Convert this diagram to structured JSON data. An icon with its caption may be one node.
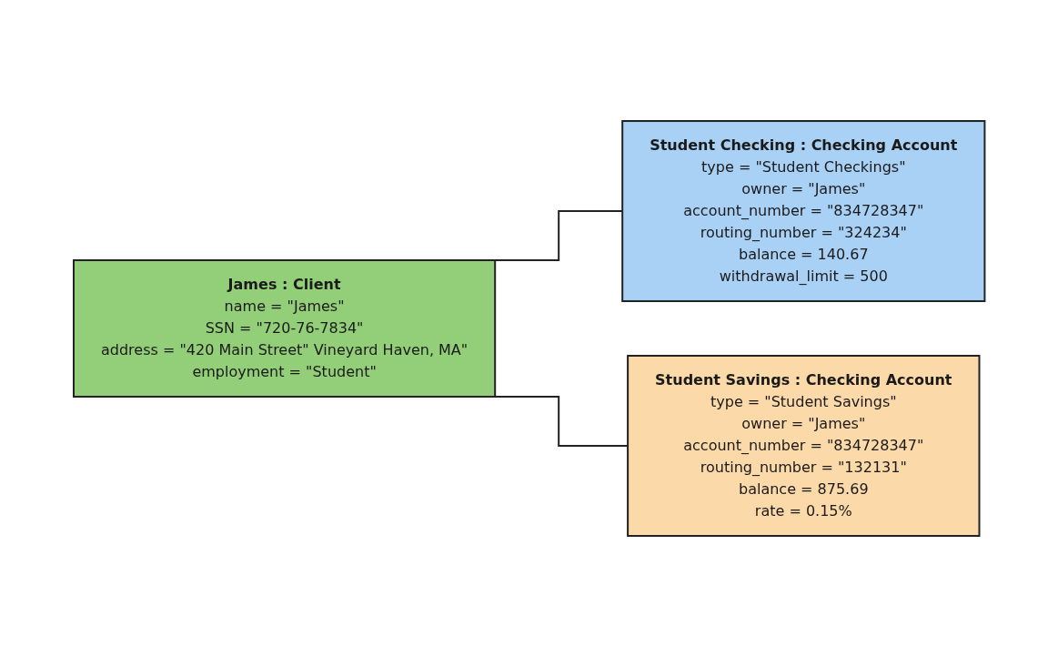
{
  "diagram": {
    "nodes": [
      {
        "text": [
          "James : Client",
          "name = \"James\"",
          "SSN = \"720-76-7834\"",
          "address = \"420 Main Street\" Vineyard Haven, MA\"",
          "employment = \"Student\""
        ]
      },
      {
        "text": [
          "Student Checking : Checking Account",
          "type = \"Student Checkings\"",
          "owner = \"James\"",
          "account_number = \"834728347\"",
          "routing_number = \"324234\"",
          "balance = 140.67",
          "withdrawal_limit = 500"
        ]
      },
      {
        "text": [
          "Student Savings : Checking Account",
          "type = \"Student Savings\"",
          "owner = \"James\"",
          "account_number = \"834728347\"",
          "routing_number = \"132131\"",
          "balance = 875.69",
          "rate = 0.15%"
        ]
      }
    ],
    "edges": [
      {
        "from": 0,
        "to": 1,
        "arrow": "none"
      },
      {
        "from": 0,
        "to": 2,
        "arrow": "none"
      }
    ]
  }
}
